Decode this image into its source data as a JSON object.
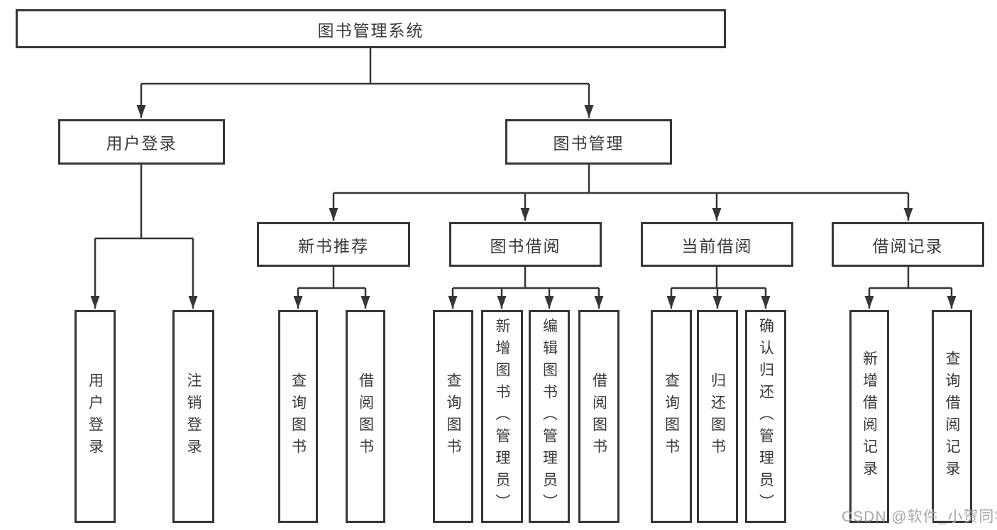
{
  "diagram": {
    "root": {
      "label": "图书管理系统",
      "children": [
        {
          "label": "用户登录",
          "children": [
            {
              "label": "用户登录"
            },
            {
              "label": "注销登录"
            }
          ]
        },
        {
          "label": "图书管理",
          "children": [
            {
              "label": "新书推荐",
              "children": [
                {
                  "label": "查询图书"
                },
                {
                  "label": "借阅图书"
                }
              ]
            },
            {
              "label": "图书借阅",
              "children": [
                {
                  "label": "查询图书"
                },
                {
                  "label": "新增图书（管理员）"
                },
                {
                  "label": "编辑图书（管理员）"
                },
                {
                  "label": "借阅图书"
                }
              ]
            },
            {
              "label": "当前借阅",
              "children": [
                {
                  "label": "查询图书"
                },
                {
                  "label": "归还图书"
                },
                {
                  "label": "确认归还（管理员）"
                }
              ]
            },
            {
              "label": "借阅记录",
              "children": [
                {
                  "label": "新增借阅记录"
                },
                {
                  "label": "查询借阅记录"
                }
              ]
            }
          ]
        }
      ]
    }
  },
  "watermark": {
    "text": "CSDN @软件_小贺同学"
  },
  "colors": {
    "line": "#363636",
    "text": "#3a3a3a",
    "watermark": "#a8a8a8",
    "bg": "#ffffff"
  }
}
